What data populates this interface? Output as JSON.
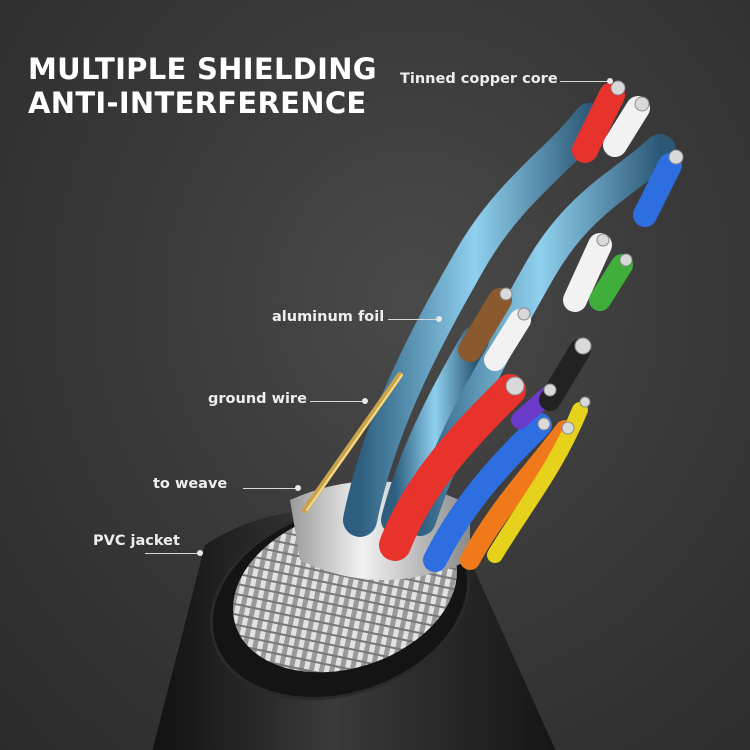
{
  "headline": {
    "line1": "MULTIPLE SHIELDING",
    "line2": "ANTI-INTERFERENCE"
  },
  "callouts": [
    {
      "key": "core",
      "label": "Tinned copper core"
    },
    {
      "key": "foil",
      "label": "aluminum foil"
    },
    {
      "key": "ground",
      "label": "ground wire"
    },
    {
      "key": "weave",
      "label": "to weave"
    },
    {
      "key": "jacket",
      "label": "PVC jacket"
    }
  ],
  "colors": {
    "background": "#3a3a3a",
    "foil": "#5aa7c9",
    "jacket": "#1e1e1e",
    "braid": "#c8c8c8",
    "wire_red": "#e8322c",
    "wire_blue": "#2d6fe0",
    "wire_orange": "#f07a1a",
    "wire_yellow": "#e6d21a",
    "wire_green": "#3fae3a",
    "wire_brown": "#8a5a2e",
    "wire_purple": "#6a3bc9",
    "wire_white": "#f2f2f2"
  }
}
